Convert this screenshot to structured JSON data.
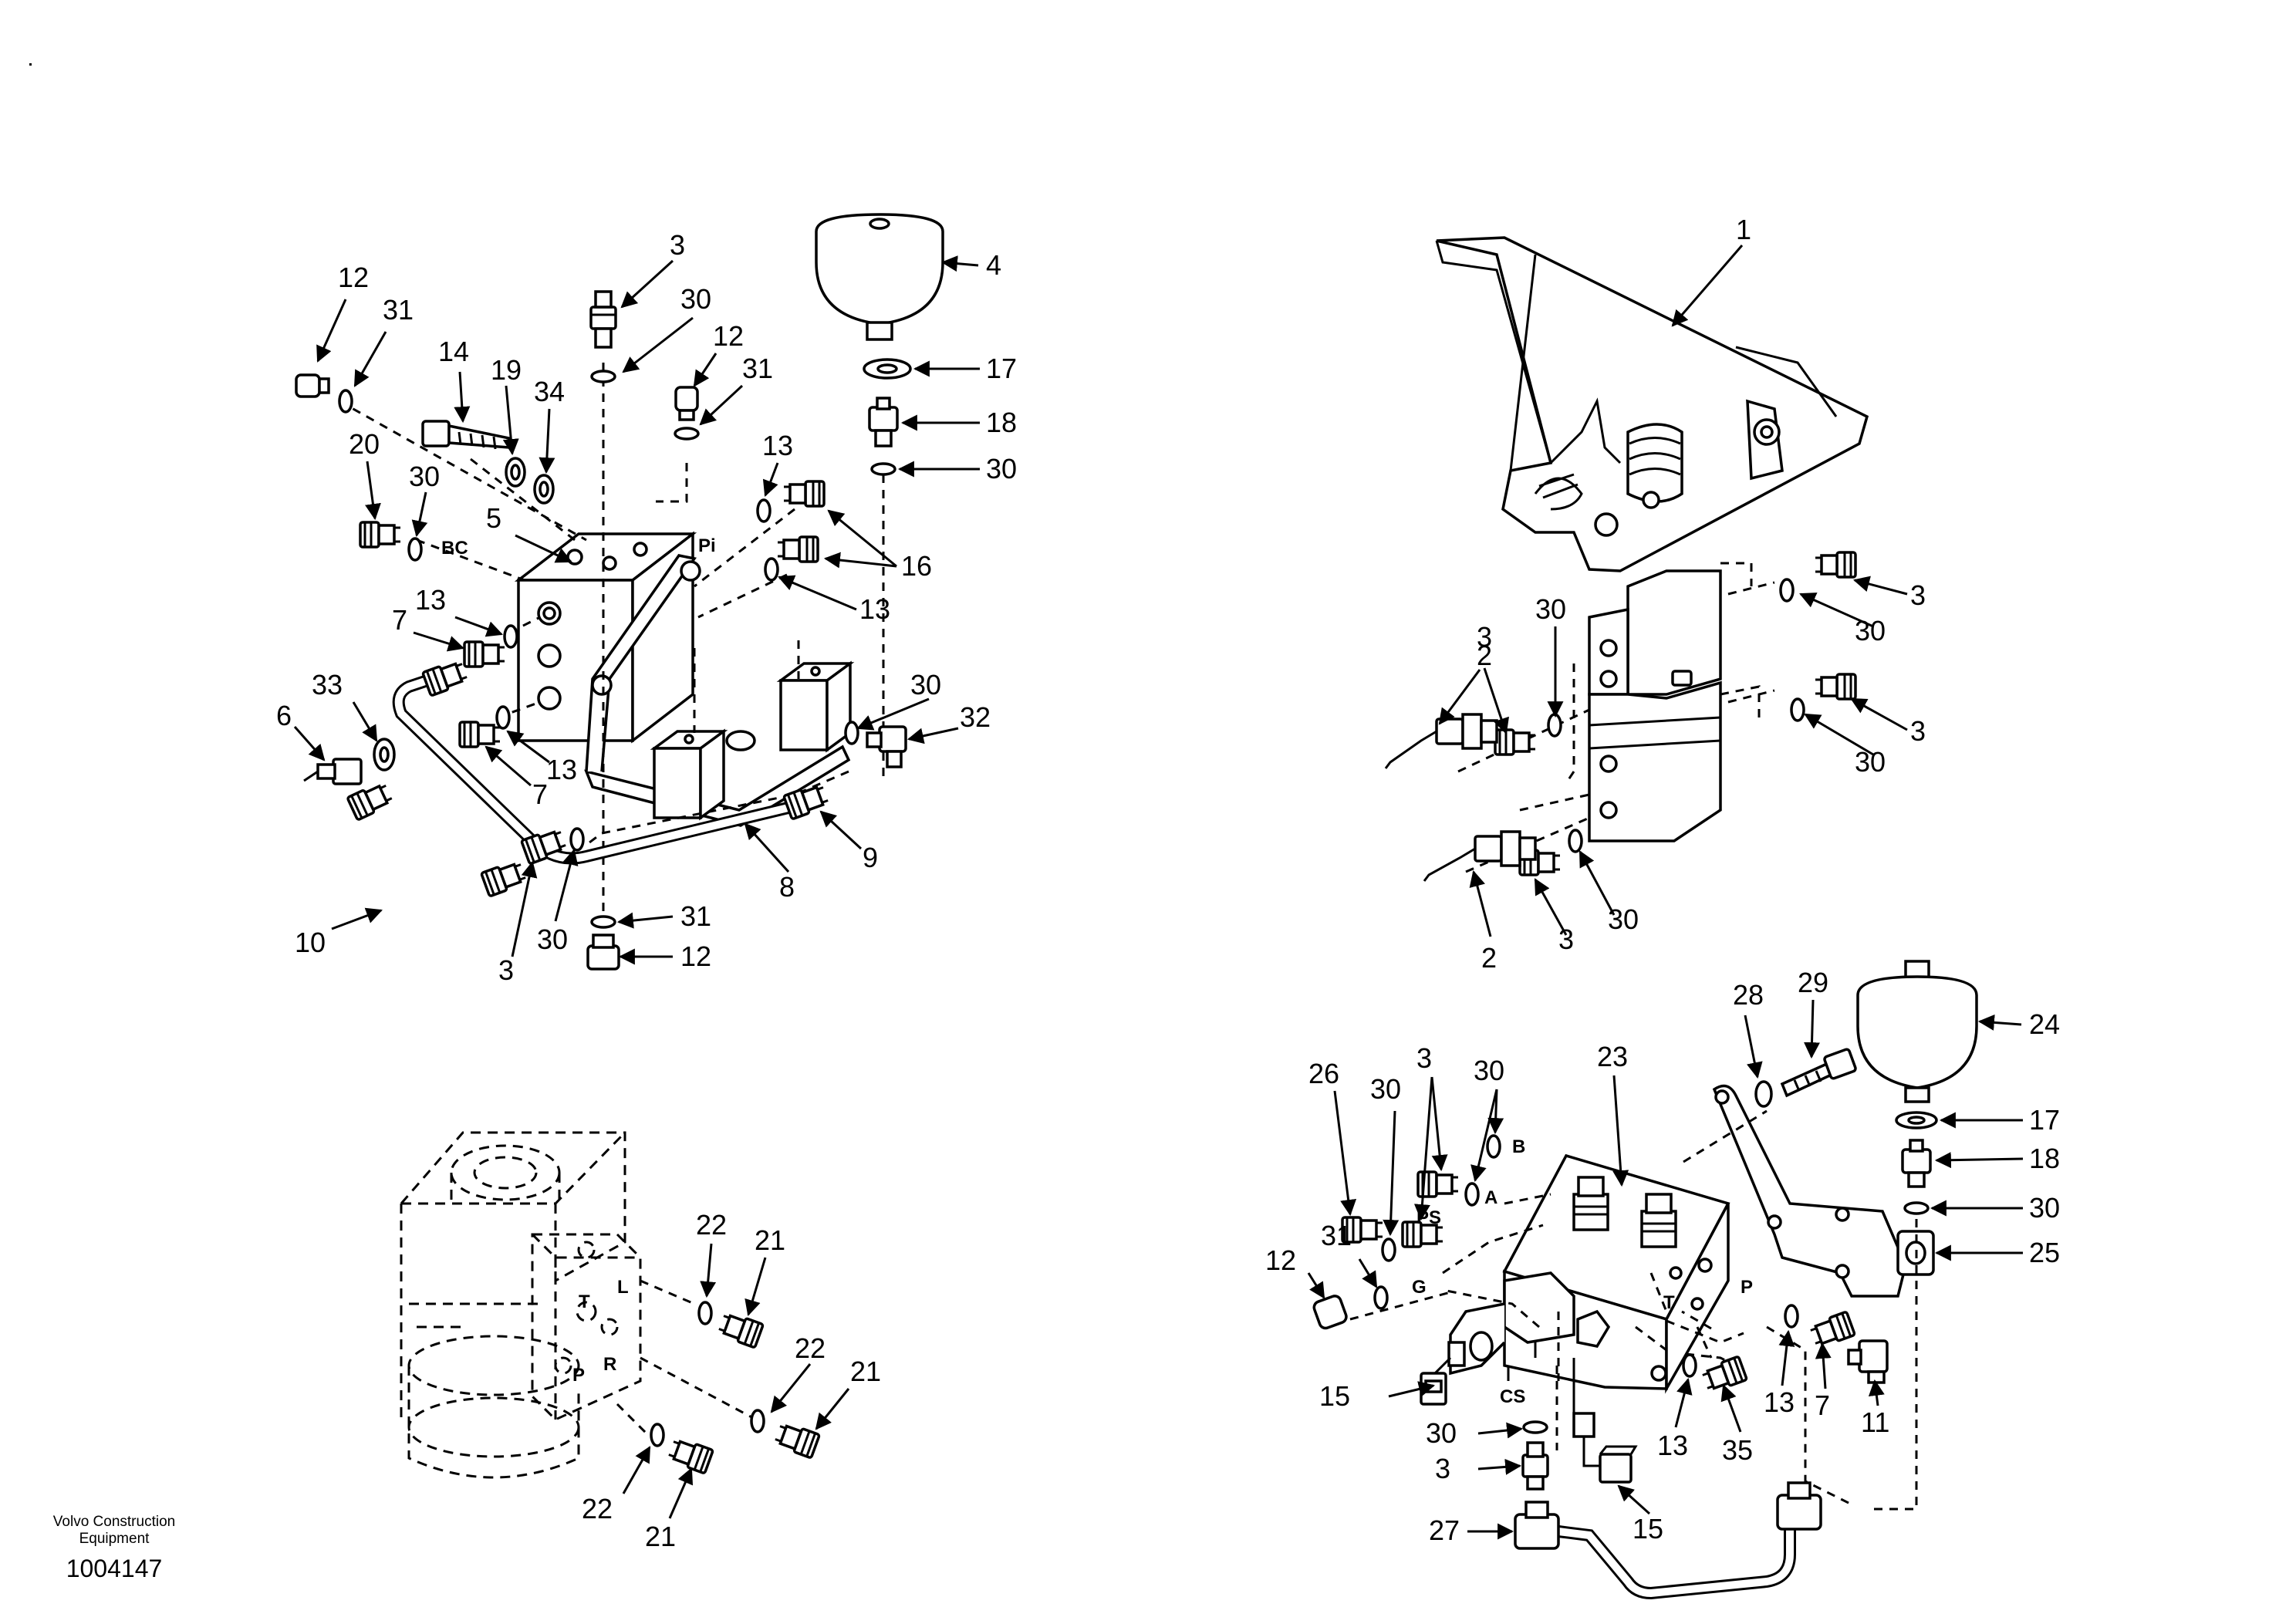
{
  "footer": {
    "company_line1": "Volvo Construction",
    "company_line2": "Equipment",
    "drawing_number": "1004147"
  },
  "port_labels": {
    "bc": "BC",
    "pi": "Pi",
    "t1": "T",
    "l": "L",
    "r": "R",
    "p1": "P",
    "b": "B",
    "a": "A",
    "ps": "PS",
    "g": "G",
    "t2": "T",
    "p2": "P",
    "cs": "CS"
  },
  "callouts": {
    "a12": "12",
    "a31": "31",
    "a14": "14",
    "a19": "19",
    "a34": "34",
    "a3": "3",
    "a30": "30",
    "a12b": "12",
    "a31b": "31",
    "a4": "4",
    "a17": "17",
    "a18": "18",
    "a30b": "30",
    "a20": "20",
    "a30c": "30",
    "a5": "5",
    "a13": "13",
    "a16": "16",
    "a13b": "13",
    "a13c": "13",
    "a7": "7",
    "a33": "33",
    "a6": "6",
    "a13d": "13",
    "a7b": "7",
    "a30d": "30",
    "a32": "32",
    "a8": "8",
    "a9": "9",
    "a10": "10",
    "a3b": "3",
    "a30e": "30",
    "a31c": "31",
    "a12c": "12",
    "b1": "1",
    "b3": "3",
    "b30": "30",
    "b2": "2",
    "b3b": "3",
    "b30b": "30",
    "b3c": "3",
    "b30c": "30",
    "b2b": "2",
    "b3d": "3",
    "b30d": "30",
    "c22": "22",
    "c21": "21",
    "c22b": "22",
    "c21b": "21",
    "c22c": "22",
    "c21c": "21",
    "d28": "28",
    "d29": "29",
    "d24": "24",
    "d26": "26",
    "d30": "30",
    "d3": "3",
    "d30b": "30",
    "d23": "23",
    "d17": "17",
    "d18": "18",
    "d30c": "30",
    "d25": "25",
    "d12": "12",
    "d31": "31",
    "d15": "15",
    "d30d": "30",
    "d3b": "3",
    "d13": "13",
    "d35": "35",
    "d13b": "13",
    "d7": "7",
    "d11": "11",
    "d15b": "15",
    "d27": "27"
  }
}
